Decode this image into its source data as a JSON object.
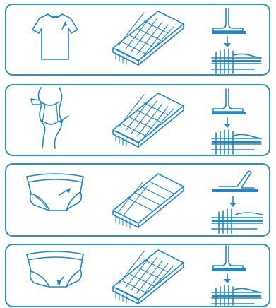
{
  "colors": {
    "accent": "#1f86cf",
    "panel_border": "#2a8fd6",
    "background": "#ffffff"
  },
  "panels": [
    {
      "garment": "t-shirt",
      "garment_icon": "t-shirt-icon",
      "seam_icon": "seam-block-icon",
      "step_icon": "press-foot-step-icon",
      "arrow_icon": "arrow-down-icon"
    },
    {
      "garment": "swimsuit",
      "garment_icon": "swimsuit-figure-icon",
      "seam_icon": "seam-block-icon",
      "step_icon": "press-foot-step-icon",
      "arrow_icon": "arrow-down-icon"
    },
    {
      "garment": "briefs",
      "garment_icon": "briefs-icon",
      "seam_icon": "seam-block-flat-icon",
      "step_icon": "press-foot-angled-step-icon",
      "arrow_icon": "arrow-down-icon"
    },
    {
      "garment": "briefs",
      "garment_icon": "briefs-icon",
      "seam_icon": "seam-block-icon",
      "step_icon": "press-foot-step-icon",
      "arrow_icon": "arrow-down-icon"
    }
  ]
}
